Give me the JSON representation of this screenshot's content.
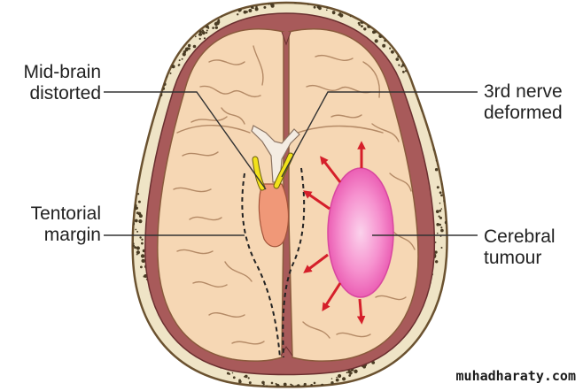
{
  "labels": {
    "midbrain": {
      "line1": "Mid-brain",
      "line2": "distorted"
    },
    "third_nerve": {
      "line1": "3rd nerve",
      "line2": "deformed"
    },
    "tentorial": {
      "line1": "Tentorial",
      "line2": "margin"
    },
    "tumour": {
      "line1": "Cerebral",
      "line2": "tumour"
    }
  },
  "watermark": "muhadharaty.com",
  "colors": {
    "skull": "#efe4c6",
    "skull_dots": "#4a3c24",
    "dura": "#a85a5a",
    "brain": "#f6d7b4",
    "sulci": "#b48a66",
    "tumour": "#f070bc",
    "arrows": "#d51f2a",
    "midbrain": "#f09878",
    "nerves": "#f2e21a"
  }
}
